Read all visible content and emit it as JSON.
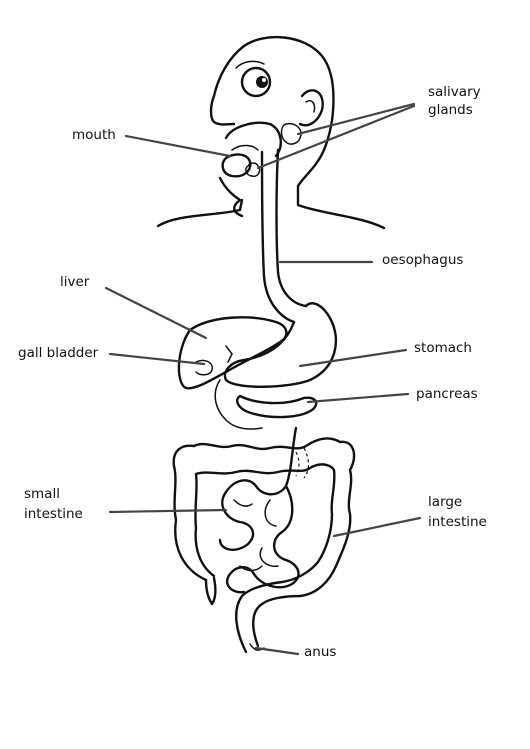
{
  "labels": {
    "mouth": "mouth",
    "salivary_glands": [
      "salivary",
      "glands"
    ],
    "oesophagus": "oesophagus",
    "liver": "liver",
    "gall_bladder": "gall bladder",
    "stomach": "stomach",
    "pancreas": "pancreas",
    "small_intestine": [
      "small",
      "intestine"
    ],
    "large_intestine": [
      "large",
      "intestine"
    ],
    "anus": "anus"
  },
  "colors": {
    "ink": "#111111",
    "leader": "#444444",
    "background": "#ffffff"
  }
}
